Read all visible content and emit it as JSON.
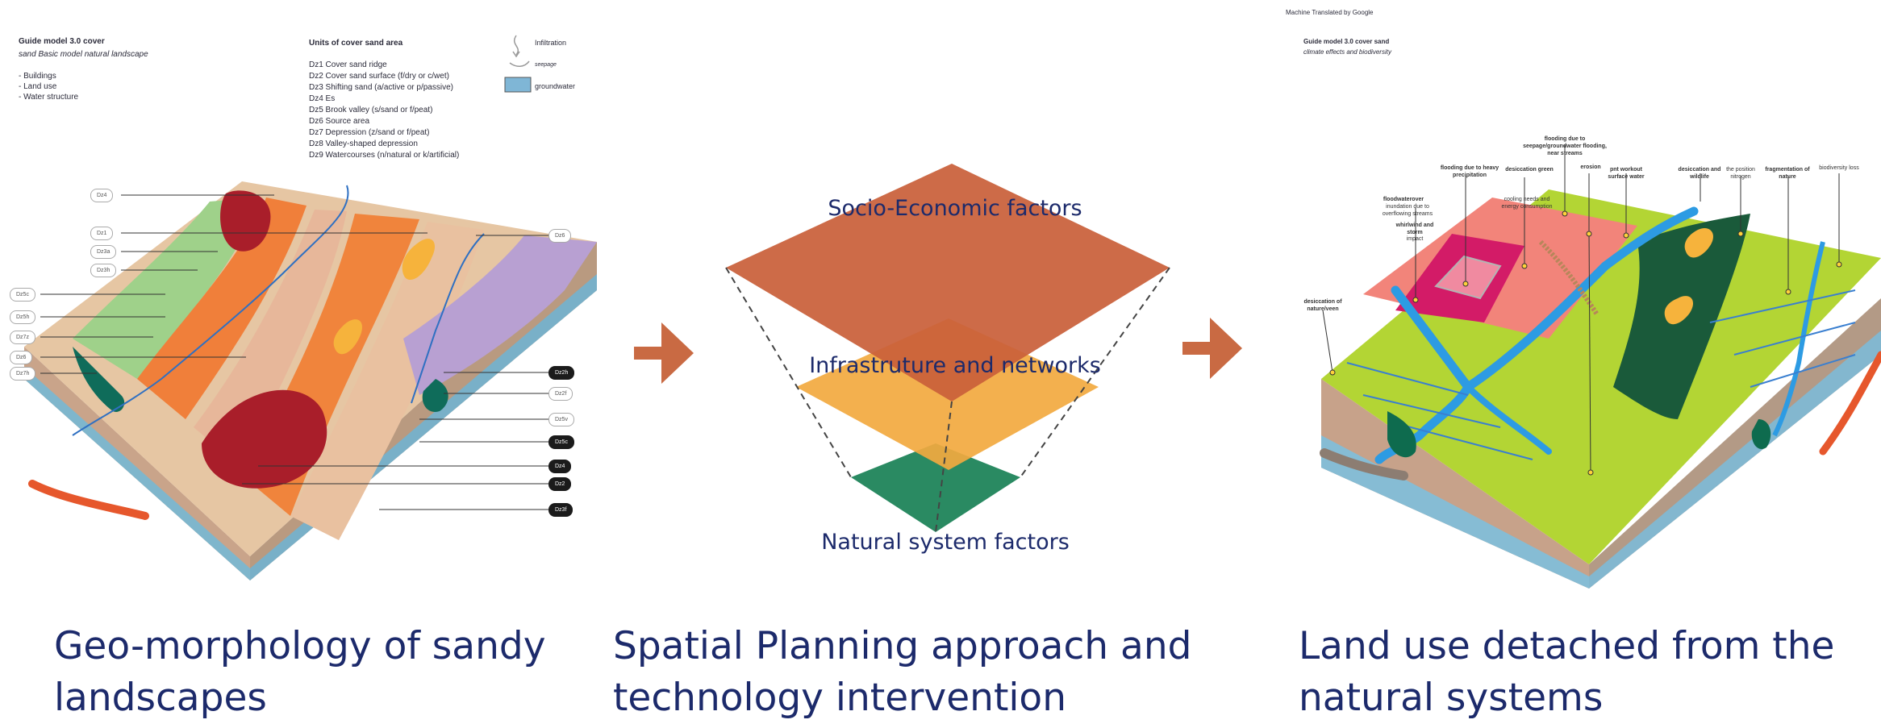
{
  "left": {
    "guide_title": "Guide model 3.0 cover",
    "guide_subtitle": "sand Basic model natural landscape",
    "layers": [
      "- Buildings",
      "- Land use",
      "- Water structure"
    ],
    "units_title": "Units of cover sand area",
    "units": [
      "Dz1 Cover sand ridge",
      "Dz2 Cover sand surface (f/dry or c/wet)",
      "Dz3 Shifting sand (a/active or p/passive)",
      "Dz4 Es",
      "Dz5 Brook valley (s/sand or f/peat)",
      "Dz6 Source area",
      "Dz7 Depression (z/sand or f/peat)",
      "Dz8 Valley-shaped depression",
      "Dz9 Watercourses (n/natural or k/artificial)"
    ],
    "legend": {
      "infiltration": "Infiltration",
      "seepage": "seepage",
      "groundwater": "groundwater"
    },
    "tags_left": [
      "Dz4",
      "Dz1",
      "Dz3a",
      "Dz3h",
      "Dz5c",
      "Dz5h",
      "Dz7z",
      "Dz6",
      "Dz7h"
    ],
    "tags_right": [
      "Dz6",
      "Dz2h",
      "Dz2f",
      "Dz5v",
      "Dz5c",
      "Dz4",
      "Dz2",
      "Dz3f"
    ],
    "caption_line1": "Geo-morphology of sandy",
    "caption_line2": "landscapes"
  },
  "middle": {
    "top_label": "Socio-Economic factors",
    "mid_label": "Infrastruture and networks",
    "bottom_label": "Natural system factors",
    "caption_line1": "Spatial Planning approach and",
    "caption_line2": "technology intervention",
    "colors": {
      "top": "#c9603a",
      "mid": "#f2a93f",
      "bottom": "#2a8a62",
      "arrow": "#c96a43"
    }
  },
  "right": {
    "machine_note": "Machine Translated by Google",
    "guide_title": "Guide model 3.0 cover sand",
    "guide_subtitle": "climate effects and biodiversity",
    "callouts": {
      "flooding_seepage": "flooding due to seepage/groundwater flooding, near streams",
      "flooding_heavy": "flooding due to heavy precipitation",
      "desiccation_green": "desiccation green",
      "erosion": "erosion",
      "pnt_workout": "pnt workout surface water",
      "desiccation_wildlife": "desiccation and wildlife",
      "position_nitrogen": "the position nitrogen",
      "fragmentation": "fragmentation of nature",
      "biodiversity": "biodiversity loss",
      "floodwaterover": "floodwaterover",
      "floodwater_sub": "inundation due to overflowing streams",
      "cooling": "cooling needs and energy consumption",
      "whirlwind": "whirlwind and storm",
      "impact": "impact",
      "desiccation_nature": "desiccation of nature/veen"
    },
    "caption_line1": "Land use detached from the",
    "caption_line2": "natural systems"
  }
}
